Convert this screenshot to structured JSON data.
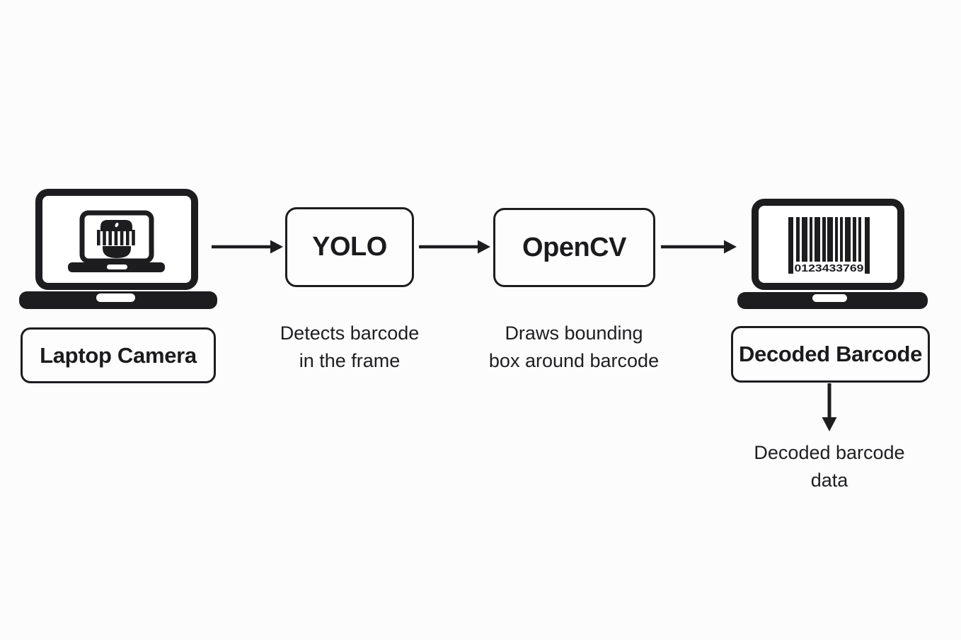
{
  "canvas": {
    "background": "#fcfcfd",
    "ink": "#1d1d20"
  },
  "pipeline": {
    "source": {
      "icon": "laptop-camera-icon",
      "label": "Laptop Camera"
    },
    "steps": [
      {
        "id": "yolo",
        "label": "YOLO",
        "caption_line1": "Detects barcode",
        "caption_line2": "in the frame"
      },
      {
        "id": "opencv",
        "label": "OpenCV",
        "caption_line1": "Draws bounding",
        "caption_line2": "box around barcode"
      }
    ],
    "result": {
      "icon": "laptop-barcode-icon",
      "label": "Decoded Barcode",
      "barcode_digits": "0123433769",
      "output_line1": "Decoded barcode",
      "output_line2": "data"
    }
  }
}
